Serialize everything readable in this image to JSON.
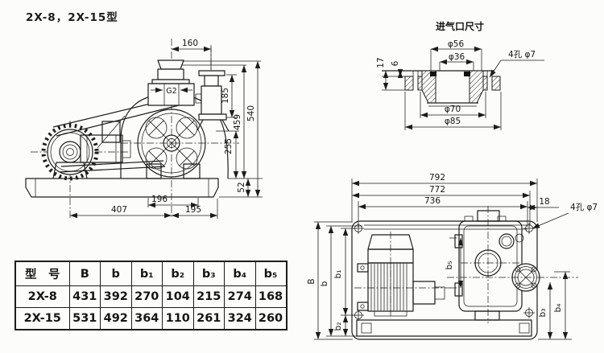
{
  "page": {
    "title": "2X-8，2X-15型",
    "background": "#fcfcfa",
    "ink": "#1c1c1c"
  },
  "side_view": {
    "dims": {
      "top_width": "160",
      "inlet_thread": "G2",
      "exhaust_height": "185",
      "height_459": "459",
      "total_height": "540",
      "axis_height": "255",
      "base_height": "52",
      "foot_span": "196",
      "left_span": "407",
      "right_span": "195"
    }
  },
  "inlet_view": {
    "title": "进气口尺寸",
    "dims": {
      "phi56": "φ56",
      "phi36": "φ36",
      "holes": "4孔  φ7",
      "plate_thickness": "17",
      "groove_depth": "6",
      "phi70": "φ70",
      "phi85": "φ85"
    }
  },
  "top_view": {
    "dims": {
      "total_length": "792",
      "length_772": "772",
      "hole_span": "736",
      "edge_offset": "18",
      "holes": "4孔  φ7",
      "B": "B",
      "b": "b",
      "b1": "b₁",
      "b2": "b₂",
      "b3": "b₃",
      "b4": "b₄",
      "b5": "b₅"
    }
  },
  "table": {
    "headers": [
      "型　号",
      "B",
      "b",
      "b₁",
      "b₂",
      "b₃",
      "b₄",
      "b₅"
    ],
    "rows": [
      [
        "2X-8",
        "431",
        "392",
        "270",
        "104",
        "215",
        "274",
        "168"
      ],
      [
        "2X-15",
        "531",
        "492",
        "364",
        "110",
        "261",
        "324",
        "260"
      ]
    ]
  }
}
